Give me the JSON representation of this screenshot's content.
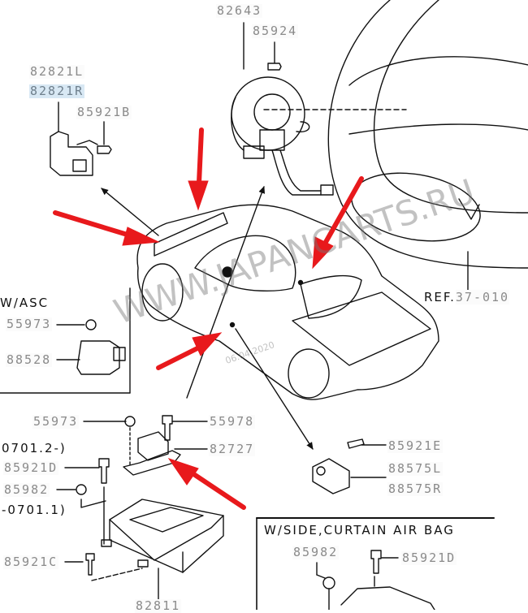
{
  "diagram": {
    "title": "SRS air bag sensors / clock spring parts diagram",
    "part_labels": {
      "clock_spring": "82643",
      "clock_spring_screw": "85924",
      "front_sensor_l": "82821L",
      "front_sensor_r": "82821R",
      "front_sensor_bolt": "85921B",
      "asc_nut": "55973",
      "asc_sensor": "88528",
      "g_sensor_nut": "55973",
      "g_sensor_bolt": "55978",
      "g_sensor": "82727",
      "ecu_bolt_upper": "85921D",
      "ecu_nut": "85982",
      "ecu_bolt_lower": "85921C",
      "ecu": "82811",
      "side_sensor_bolt": "85921E",
      "side_sensor_l": "88575L",
      "side_sensor_r": "88575R",
      "side_box_nut": "85982",
      "side_box_bolt": "85921D"
    },
    "notes": {
      "with_asc": "W/ASC",
      "serial_from": "0701.2-)",
      "serial_to": "-0701.1)",
      "side_curtain_box": "W/SIDE,CURTAIN AIR BAG",
      "ref_prefix": "REF.",
      "ref_value": "37-010"
    },
    "watermark": {
      "site": "WWW.JAPANCARTS.RU",
      "date": "06.04.2020"
    },
    "colors": {
      "label_text": "#8a8a8a",
      "highlight": "#d8e8f4",
      "arrow_red": "#e8191c",
      "line": "#111111"
    }
  }
}
